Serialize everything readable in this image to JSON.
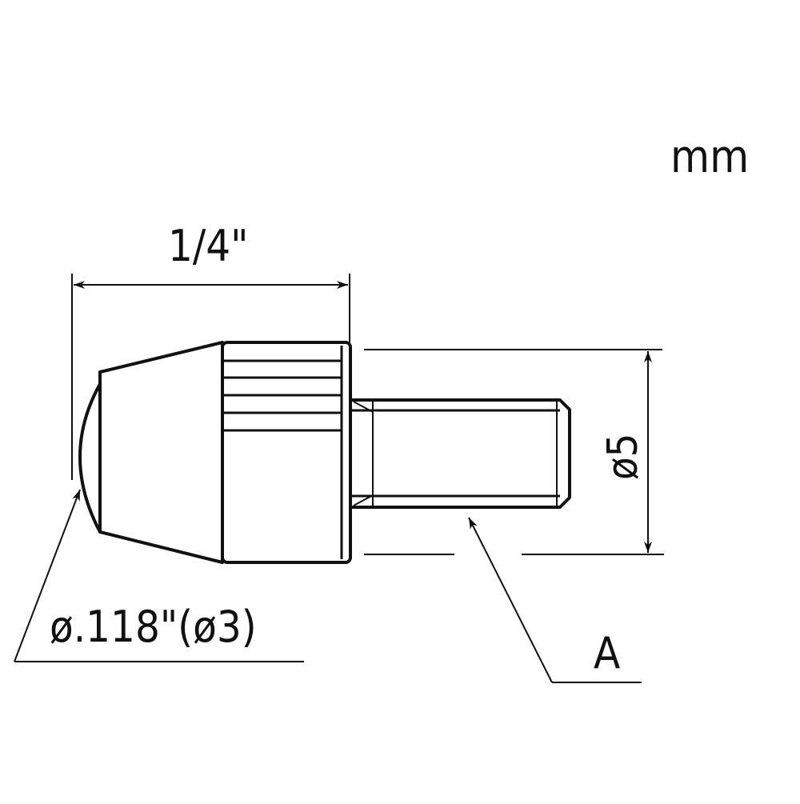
{
  "drawing": {
    "unit_label": "mm",
    "length_dimension": "1/4\"",
    "diameter_dimension": "ø5",
    "ball_diameter_label": "ø.118\"(ø3)",
    "thread_callout": "A"
  },
  "colors": {
    "line": "#111111",
    "background": "#ffffff"
  }
}
